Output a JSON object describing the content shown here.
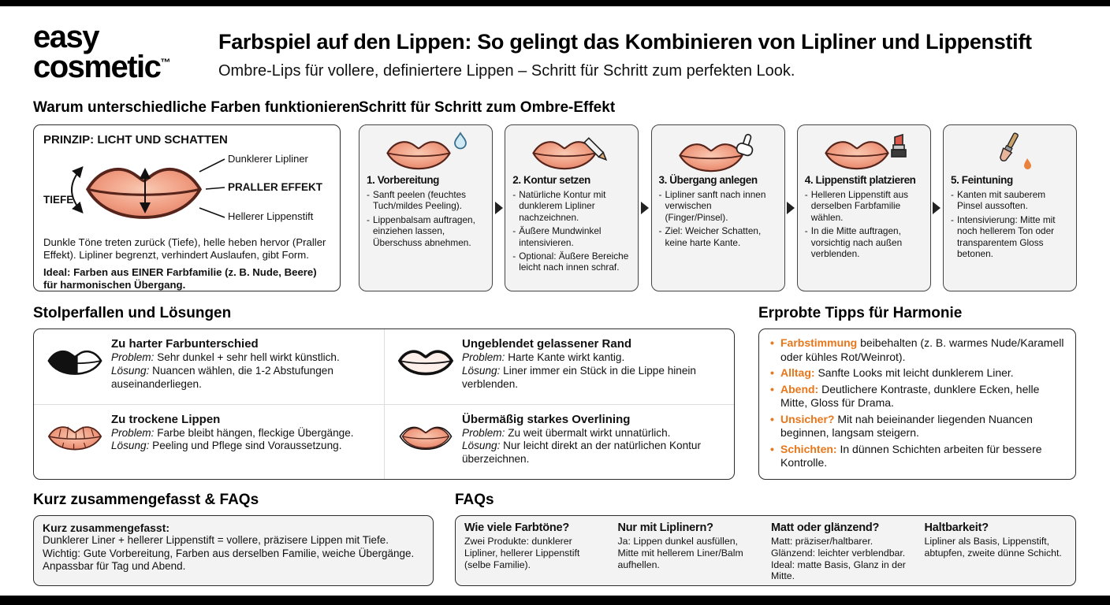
{
  "colors": {
    "accent": "#e8761a",
    "lips_fill": "#f09d82",
    "panel_bg": "#f3f3f3"
  },
  "header": {
    "logo_line1": "easy",
    "logo_line2": "cosmetic",
    "logo_tm": "™",
    "title": "Farbspiel auf den Lippen: So gelingt das Kombinieren von Lipliner und Lippenstift",
    "subtitle": "Ombre-Lips für vollere, definiertere Lippen – Schritt für Schritt zum perfekten Look."
  },
  "principle": {
    "heading": "Warum unterschiedliche Farben funktionieren",
    "box_title": "PRINZIP: LICHT UND SCHATTEN",
    "labels": {
      "liner": "Dunklerer Lipliner",
      "effect": "PRALLER EFFEKT",
      "lipstick": "Hellerer Lippenstift",
      "depth": "TIEFE"
    },
    "para1": "Dunkle Töne treten zurück (Tiefe), helle heben hervor (Praller Effekt). Lipliner begrenzt, verhindert Auslaufen, gibt Form.",
    "para2_label": "Ideal:",
    "para2_text": " Farben aus EINER Farbfamilie (z. B. Nude, Beere) für harmonischen Übergang."
  },
  "steps": {
    "heading": "Schritt für Schritt zum Ombre-Effekt",
    "items": [
      {
        "title": "1. Vorbereitung",
        "bullets": [
          "Sanft peelen (feuchtes Tuch/mildes Peeling).",
          "Lippenbalsam auftragen, einziehen lassen, Überschuss abnehmen."
        ]
      },
      {
        "title": "2. Kontur setzen",
        "bullets": [
          "Natürliche Kontur mit dunklerem Lipliner nachzeichnen.",
          "Äußere Mundwinkel intensivieren.",
          "Optional: Äußere Bereiche leicht nach innen schraf."
        ]
      },
      {
        "title": "3. Übergang anlegen",
        "bullets": [
          "Lipliner sanft nach innen verwischen (Finger/Pinsel).",
          "Ziel: Weicher Schatten, keine harte Kante."
        ]
      },
      {
        "title": "4. Lippenstift platzieren",
        "bullets": [
          "Helleren Lippenstift aus derselben Farbfamilie wählen.",
          "In die Mitte auftragen, vorsichtig nach außen verblenden."
        ]
      },
      {
        "title": "5. Feintuning",
        "bullets": [
          "Kanten mit sauberem Pinsel aussoften.",
          "Intensivierung: Mitte mit noch hellerem Ton oder transparentem Gloss betonen."
        ]
      }
    ]
  },
  "pitfalls": {
    "heading": "Stolperfallen und Lösungen",
    "problem_label": "Problem:",
    "solution_label": "Lösung:",
    "items": [
      {
        "title": "Zu harter Farbunterschied",
        "problem": "Sehr dunkel + sehr hell wirkt künstlich.",
        "solution": "Nuancen wählen, die 1-2 Abstufungen auseinanderliegen."
      },
      {
        "title": "Ungeblendet gelassener Rand",
        "problem": "Harte Kante wirkt kantig.",
        "solution": "Liner immer ein Stück in die Lippe hinein verblenden."
      },
      {
        "title": "Zu trockene Lippen",
        "problem": "Farbe bleibt hängen, fleckige Übergänge.",
        "solution": "Peeling und Pflege sind Voraussetzung."
      },
      {
        "title": "Übermäßig starkes Overlining",
        "problem": "Zu weit übermalt wirkt unnatürlich.",
        "solution": "Nur leicht direkt an der natürlichen Kontur überzeichnen."
      }
    ]
  },
  "tips": {
    "heading": "Erprobte Tipps für Harmonie",
    "items": [
      {
        "keyword": "Farbstimmung",
        "text": " beibehalten (z. B. warmes Nude/Karamell oder kühles Rot/Weinrot)."
      },
      {
        "keyword": "Alltag:",
        "text": " Sanfte Looks mit leicht dunklerem Liner."
      },
      {
        "keyword": "Abend:",
        "text": " Deutlichere Kontraste, dunklere Ecken, helle Mitte, Gloss für Drama."
      },
      {
        "keyword": "Unsicher?",
        "text": " Mit nah beieinander liegenden Nuancen beginnen, langsam steigern."
      },
      {
        "keyword": "Schichten:",
        "text": " In dünnen Schichten arbeiten für bessere Kontrolle."
      }
    ]
  },
  "summary": {
    "heading": "Kurz zusammengefasst & FAQs",
    "box_title": "Kurz zusammengefasst:",
    "lines": [
      "Dunklerer Liner + hellerer Lippenstift = vollere, präzisere Lippen mit Tiefe.",
      "Wichtig: Gute Vorbereitung, Farben aus derselben Familie, weiche Übergänge.",
      "Anpassbar für Tag und Abend."
    ]
  },
  "faqs": {
    "heading": "FAQs",
    "items": [
      {
        "q": "Wie viele Farbtöne?",
        "a": "Zwei Produkte: dunklerer Lipliner, hellerer Lippenstift (selbe Familie)."
      },
      {
        "q": "Nur mit Liplinern?",
        "a": "Ja: Lippen dunkel ausfüllen, Mitte mit hellerem Liner/Balm aufhellen."
      },
      {
        "q": "Matt oder glänzend?",
        "a": "Matt: präziser/haltbarer. Glänzend: leichter verblendbar. Ideal: matte Basis, Glanz in der Mitte."
      },
      {
        "q": "Haltbarkeit?",
        "a": "Lipliner als Basis, Lippenstift, abtupfen, zweite dünne Schicht."
      }
    ]
  }
}
